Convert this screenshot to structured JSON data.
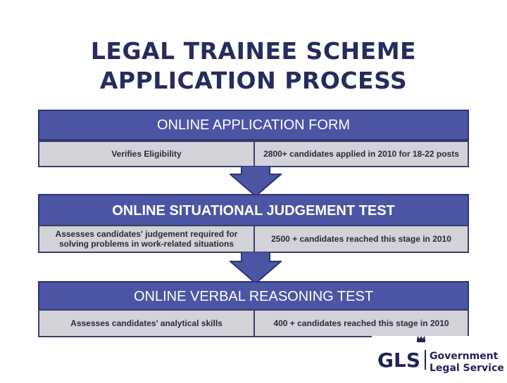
{
  "title": {
    "line1": "LEGAL TRAINEE SCHEME",
    "line2": "APPLICATION PROCESS"
  },
  "stages": [
    {
      "heading": "ONLINE APPLICATION FORM",
      "left": "Verifies Eligibility",
      "right": "2800+ candidates applied in 2010 for 18-22 posts"
    },
    {
      "heading": "ONLINE SITUATIONAL JUDGEMENT TEST",
      "left": "Assesses candidates' judgement required for solving problems in work-related situations",
      "right": "2500 + candidates reached this stage in 2010"
    },
    {
      "heading": "ONLINE VERBAL REASONING TEST",
      "left": "Assesses candidates' analytical skills",
      "right": "400 + candidates reached this stage in 2010"
    }
  ],
  "logo": {
    "abbr": "GLS",
    "line1": "Government",
    "line2": "Legal Service"
  },
  "colors": {
    "band": "#4b55a4",
    "cell": "#d2d2d8",
    "title": "#262c5e",
    "logo_navy": "#1f2456"
  }
}
